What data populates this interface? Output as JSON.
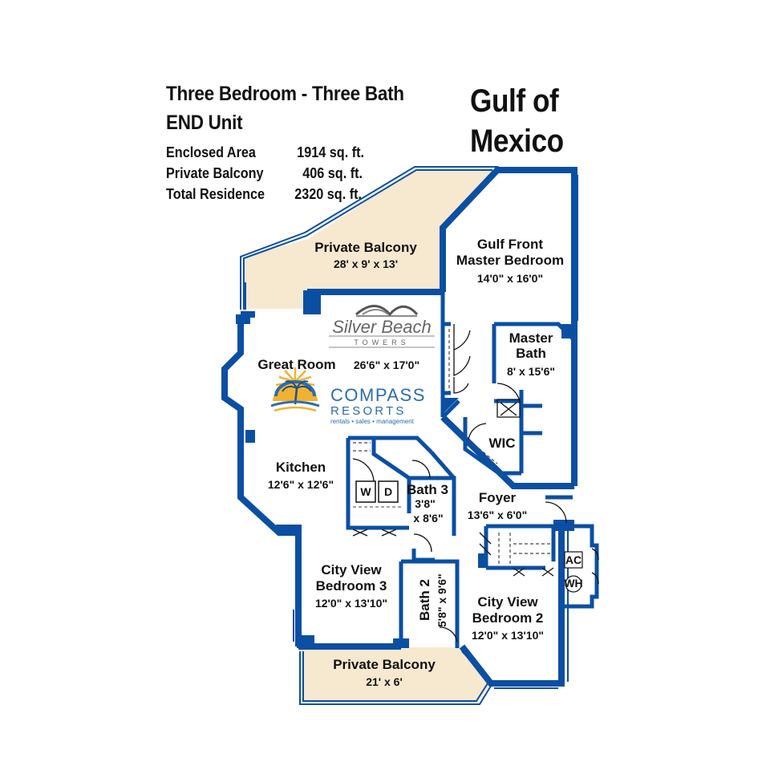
{
  "header": {
    "title_line1": "Three Bedroom - Three Bath",
    "title_line2": "END Unit",
    "stats": [
      {
        "label": "Enclosed Area",
        "value": "1914 sq. ft."
      },
      {
        "label": "Private Balcony",
        "value": "406 sq. ft."
      },
      {
        "label": "Total Residence",
        "value": "2320 sq. ft."
      }
    ]
  },
  "orientation": {
    "line1": "Gulf of",
    "line2": "Mexico"
  },
  "logos": {
    "silver_beach_name": "Silver Beach",
    "silver_beach_sub": "TOWERS",
    "compass_name": "COMPASS",
    "compass_sub": "RESORTS",
    "compass_tagline": "rentals • sales • management"
  },
  "rooms": {
    "balcony_top": {
      "name": "Private Balcony",
      "dim": "28' x 9' x 13'"
    },
    "master_bedroom": {
      "name1": "Gulf Front",
      "name2": "Master Bedroom",
      "dim": "14'0\" x 16'0\""
    },
    "master_bath": {
      "name1": "Master",
      "name2": "Bath",
      "dim": "8' x 15'6\""
    },
    "great_room": {
      "name": "Great Room",
      "dim": "26'6\" x 17'0\""
    },
    "wic": {
      "name": "WIC"
    },
    "kitchen": {
      "name": "Kitchen",
      "dim": "12'6\" x 12'6\""
    },
    "washer": "W",
    "dryer": "D",
    "bath3": {
      "name": "Bath 3",
      "dim1": "3'8\"",
      "dim2": "x 8'6\""
    },
    "foyer": {
      "name": "Foyer",
      "dim": "13'6\" x 6'0\""
    },
    "bedroom3": {
      "name1": "City View",
      "name2": "Bedroom 3",
      "dim": "12'0\" x 13'10\""
    },
    "bath2": {
      "name": "Bath 2",
      "dim": "5'8\" x 9'6\""
    },
    "bedroom2": {
      "name1": "City View",
      "name2": "Bedroom 2",
      "dim": "12'0\" x 13'10\""
    },
    "ac": "AC",
    "wh": "WH",
    "balcony_bottom": {
      "name": "Private Balcony",
      "dim": "21' x 6'"
    }
  },
  "colors": {
    "wall": "#0b4fa3",
    "balcony": "#f7e8d0",
    "gold": "#f2b230",
    "logo_blue": "#2b6cb0"
  }
}
